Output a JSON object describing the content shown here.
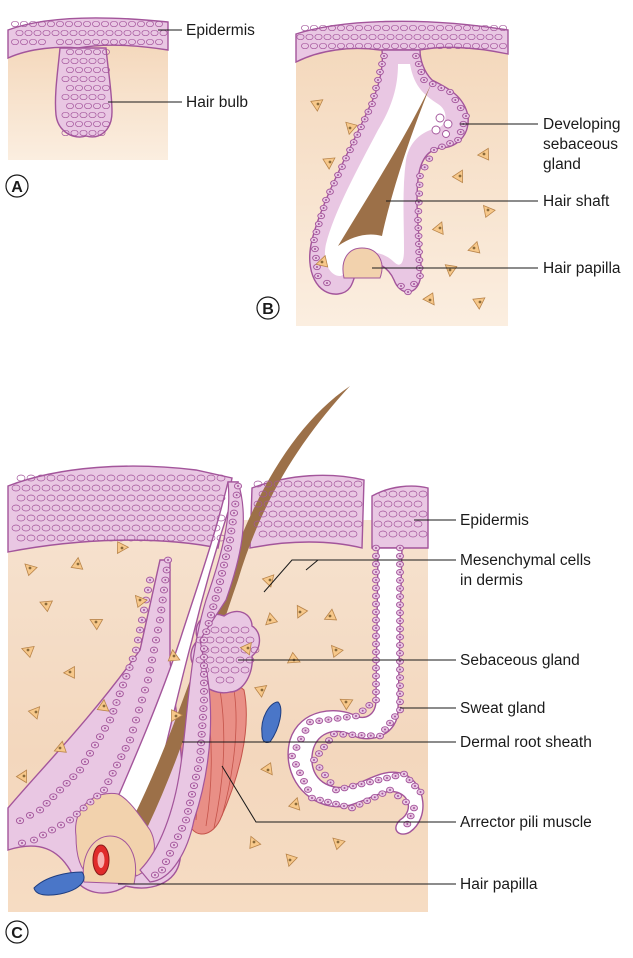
{
  "colors": {
    "dermis": "#f6dfc6",
    "dermis_edge": "#f9e9d7",
    "cell_fill": "#e9c7e3",
    "cell_stroke": "#a3559b",
    "nucleus": "#a3559b",
    "hair": "#9c7048",
    "papilla": "#f2d2ad",
    "vessel_red": "#e02b2b",
    "vessel_blue": "#4a76c8",
    "muscle": "#e98f86"
  },
  "panels": {
    "a": {
      "letter": "A",
      "labels": {
        "epidermis": "Epidermis",
        "hair_bulb": "Hair bulb"
      }
    },
    "b": {
      "letter": "B",
      "labels": {
        "sebaceous": [
          "Developing",
          "sebaceous",
          "gland"
        ],
        "hair_shaft": "Hair shaft",
        "hair_papilla": "Hair papilla"
      }
    },
    "c": {
      "letter": "C",
      "labels": {
        "epidermis": "Epidermis",
        "mesenchymal": [
          "Mesenchymal cells",
          "in dermis"
        ],
        "sebaceous": "Sebaceous gland",
        "sweat": "Sweat gland",
        "root_sheath": "Dermal root sheath",
        "arrector": "Arrector pili muscle",
        "hair_papilla": "Hair papilla"
      }
    }
  }
}
